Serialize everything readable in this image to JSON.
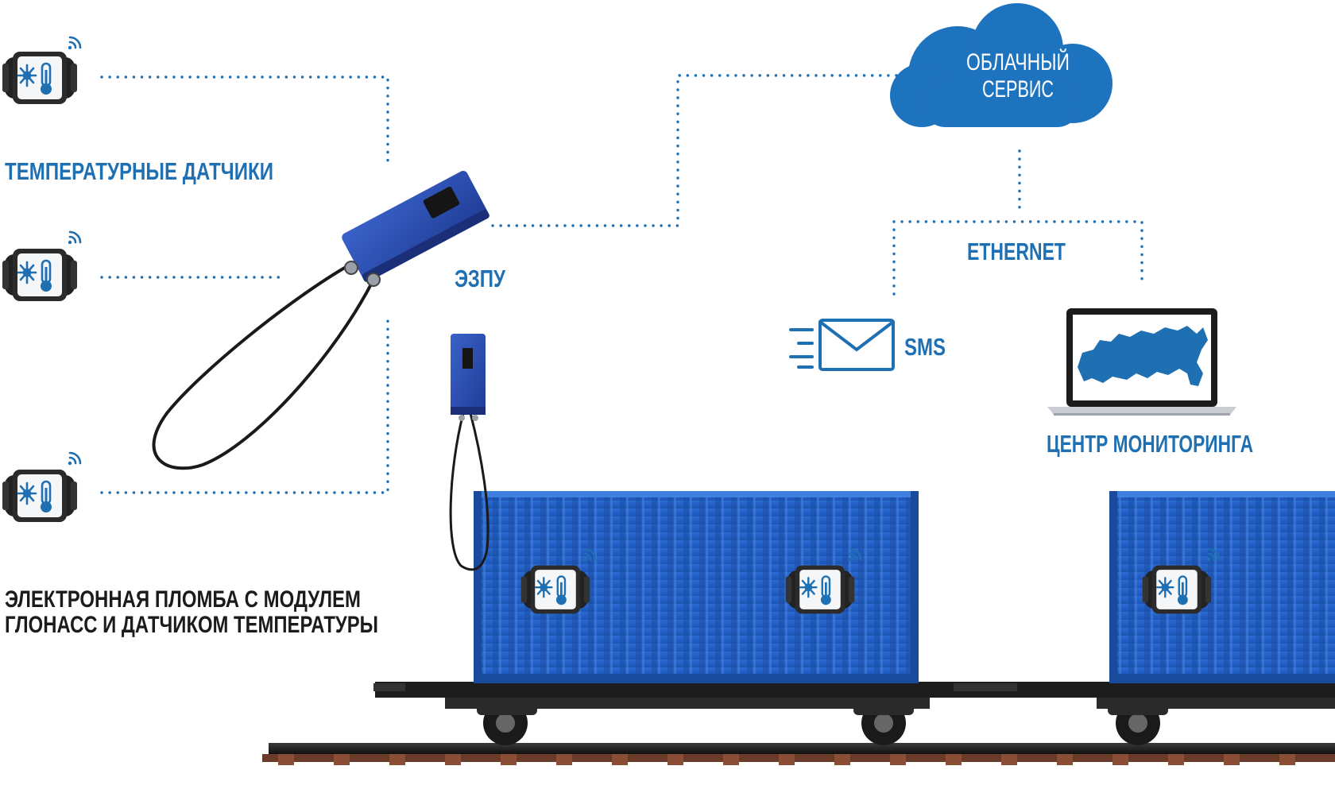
{
  "labels": {
    "temperature_sensors": "ТЕМПЕРАТУРНЫЕ ДАТЧИКИ",
    "ezpu": "ЭЗПУ",
    "cloud_line1": "ОБЛАЧНЫЙ",
    "cloud_line2": "СЕРВИС",
    "ethernet": "ETHERNET",
    "sms": "SMS",
    "monitoring_center": "ЦЕНТР МОНИТОРИНГА",
    "seal_line1": "ЭЛЕКТРОННАЯ ПЛОМБА С МОДУЛЕМ",
    "seal_line2": "ГЛОНАСС И ДАТЧИКОМ ТЕМПЕРАТУРЫ"
  },
  "icons": [
    "temperature-sensor-icon",
    "wifi-icon",
    "cloud-icon",
    "envelope-icon",
    "laptop-icon",
    "russia-map-icon",
    "seal-device-icon"
  ],
  "colors": {
    "brand_blue": "#1f6fb3",
    "cloud_blue": "#1e73be",
    "container_blue": "#2460c6",
    "device_blue": "#2a4fb5",
    "dark": "#1b1b1b"
  }
}
